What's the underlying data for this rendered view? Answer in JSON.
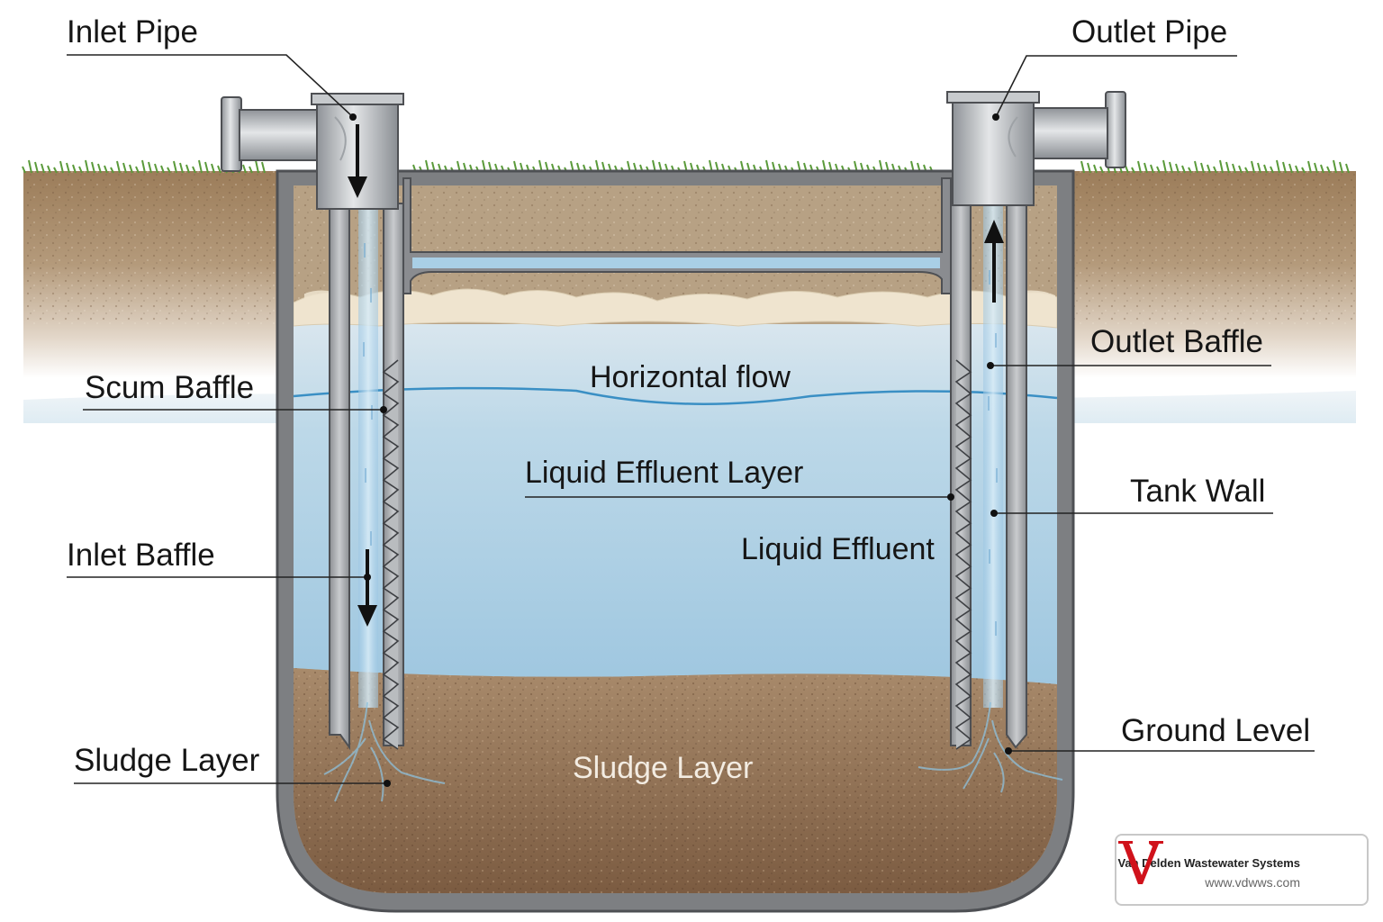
{
  "labels": {
    "inlet_pipe": "Inlet Pipe",
    "outlet_pipe": "Outlet Pipe",
    "outlet_baffle": "Outlet Baffle",
    "scum_baffle": "Scum Baffle",
    "horizontal_flow": "Horizontal flow",
    "liquid_effluent_layer": "Liquid Effluent Layer",
    "tank_wall": "Tank Wall",
    "liquid_effluent": "Liquid Effluent",
    "inlet_baffle": "Inlet Baffle",
    "ground_level": "Ground Level",
    "sludge_layer_left": "Sludge Layer",
    "sludge_layer_center": "Sludge Layer"
  },
  "brand": {
    "name": "Van Delden Wastewater Systems",
    "url": "www.vdwws.com",
    "logo_letter": "V",
    "logo_color": "#d0121b"
  },
  "colors": {
    "soil": "#a98a67",
    "water": "#a8cde4",
    "sludge": "#8a6a4e",
    "tank_wall": "#7d7f82",
    "pipe": "#b9bcc0",
    "scum": "#efe4cf",
    "grass": "#5a9a3a"
  }
}
